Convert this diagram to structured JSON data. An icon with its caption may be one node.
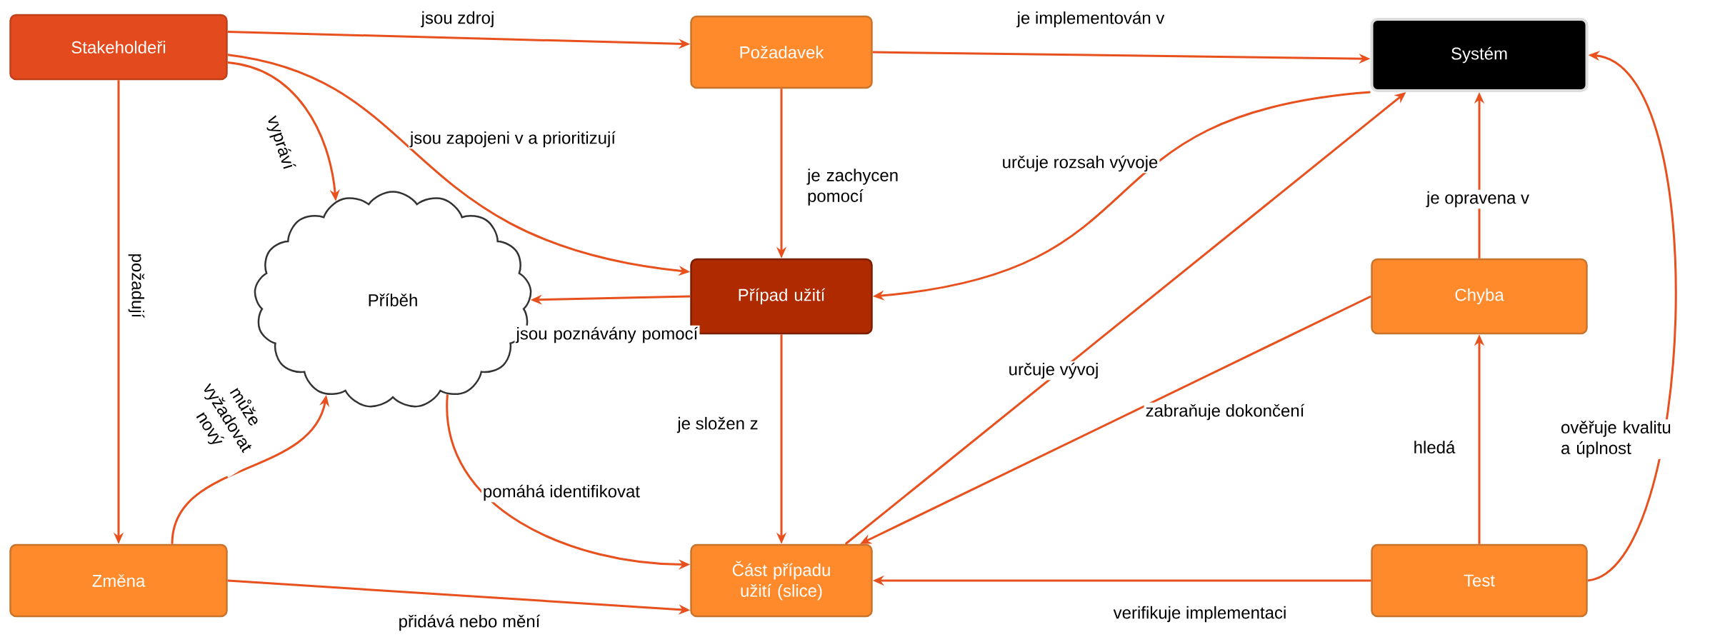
{
  "diagram": {
    "nodes": [
      {
        "text": [
          "Stakeholdeři"
        ]
      },
      {
        "text": [
          "Požadavek"
        ]
      },
      {
        "text": [
          "Systém"
        ]
      },
      {
        "text": [
          "Příběh"
        ]
      },
      {
        "text": [
          "Případ užití"
        ]
      },
      {
        "text": [
          "Chyba"
        ]
      },
      {
        "text": [
          "Změna"
        ]
      },
      {
        "text": [
          "Část případu užití (slice)"
        ]
      },
      {
        "text": [
          "Test"
        ]
      }
    ],
    "edges": [
      {
        "from": 0,
        "to": 1,
        "arrow": "to",
        "label": "jsou zdroj"
      },
      {
        "from": 1,
        "to": 2,
        "arrow": "to",
        "label": "je implementován v"
      },
      {
        "from": 0,
        "to": 3,
        "arrow": "to",
        "label": "vypráví"
      },
      {
        "from": 0,
        "to": 4,
        "arrow": "to",
        "label": "jsou zapojeni v a prioritizují"
      },
      {
        "from": 0,
        "to": 6,
        "arrow": "to",
        "label": "požadují"
      },
      {
        "from": 1,
        "to": 4,
        "arrow": "to",
        "label": "je zachycen pomocí"
      },
      {
        "from": 2,
        "to": 4,
        "arrow": "to",
        "label": "určuje rozsah vývoje"
      },
      {
        "from": 4,
        "to": 3,
        "arrow": "to",
        "label": "jsou poznávány pomocí"
      },
      {
        "from": 4,
        "to": 7,
        "arrow": "to",
        "label": "je složen z"
      },
      {
        "from": 3,
        "to": 7,
        "arrow": "to",
        "label": "pomáhá identifikovat"
      },
      {
        "from": 6,
        "to": 3,
        "arrow": "to",
        "label": "může vyžadovat nový"
      },
      {
        "from": 6,
        "to": 7,
        "arrow": "to",
        "label": "přidává nebo mění"
      },
      {
        "from": 7,
        "to": 2,
        "arrow": "to",
        "label": "určuje vývoj"
      },
      {
        "from": 5,
        "to": 7,
        "arrow": "to",
        "label": "zabraňuje dokončení"
      },
      {
        "from": 5,
        "to": 2,
        "arrow": "to",
        "label": "je opravena v"
      },
      {
        "from": 8,
        "to": 5,
        "arrow": "to",
        "label": "hledá"
      },
      {
        "from": 8,
        "to": 7,
        "arrow": "to",
        "label": "verifikuje implementaci"
      },
      {
        "from": 8,
        "to": 2,
        "arrow": "to",
        "label": "ověřuje kvalitu a úplnost"
      }
    ]
  }
}
